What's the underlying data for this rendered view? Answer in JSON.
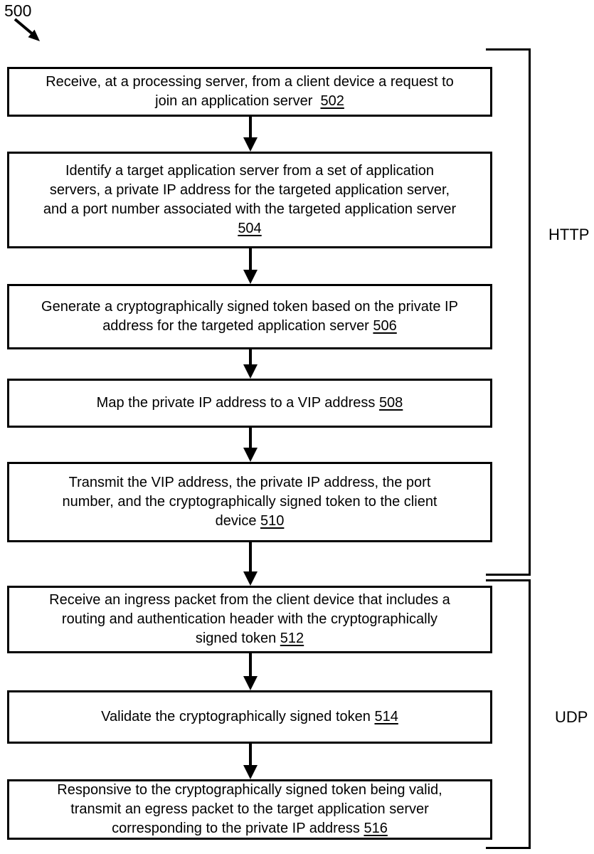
{
  "diagram_type": "flowchart",
  "figure_number": "500",
  "colors": {
    "ink": "#000000",
    "background": "#ffffff"
  },
  "brackets": [
    {
      "label": "HTTP"
    },
    {
      "label": "UDP"
    }
  ],
  "steps": [
    {
      "ref": "502",
      "lines": [
        "Receive, at a processing server, from a client device a request to",
        "join an application server  {502}"
      ]
    },
    {
      "ref": "504",
      "lines": [
        "Identify a target application server from a set of application",
        "servers, a private IP address for the targeted application server,",
        "and a port number associated with the targeted application server",
        "{504}"
      ]
    },
    {
      "ref": "506",
      "lines": [
        "Generate a cryptographically signed token based on the private IP",
        "address for the targeted application server {506}"
      ]
    },
    {
      "ref": "508",
      "lines": [
        "Map the private IP address to a VIP address {508}"
      ]
    },
    {
      "ref": "510",
      "lines": [
        "Transmit the VIP address, the private IP address, the port",
        "number, and the cryptographically signed token to the client",
        "device {510}"
      ]
    },
    {
      "ref": "512",
      "lines": [
        "Receive an ingress packet from the client device that includes a",
        "routing and authentication header with the cryptographically",
        "signed token {512}"
      ]
    },
    {
      "ref": "514",
      "lines": [
        "Validate the cryptographically signed token {514}"
      ]
    },
    {
      "ref": "516",
      "lines": [
        "Responsive to the cryptographically signed token being valid,",
        "transmit an egress packet to the target application server",
        "corresponding to the private IP address {516}"
      ]
    }
  ]
}
